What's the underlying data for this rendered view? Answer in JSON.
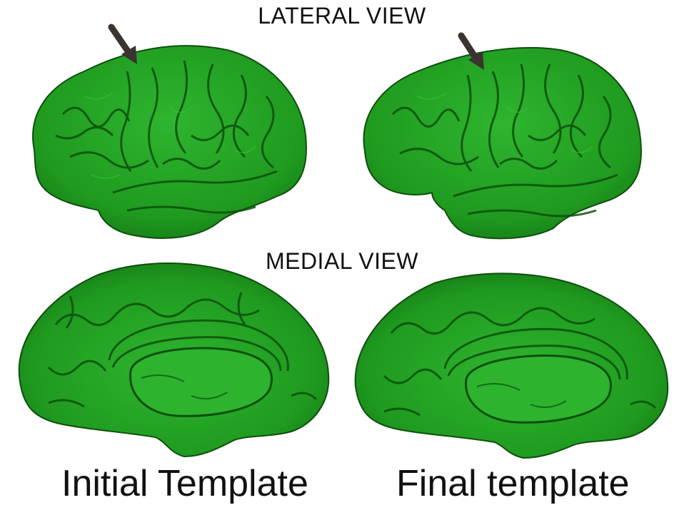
{
  "labels": {
    "lateral": "LATERAL VIEW",
    "medial": "MEDIAL VIEW"
  },
  "captions": {
    "left": "Initial Template",
    "right": "Final template"
  },
  "colors": {
    "cortex_base": "#1f9a1f",
    "cortex_dark": "#0d4f0d",
    "cortex_light": "#33c133",
    "arrow": "#3a3330",
    "background": "#ffffff"
  },
  "icons": {
    "arrow": "down-right-arrow-icon"
  }
}
